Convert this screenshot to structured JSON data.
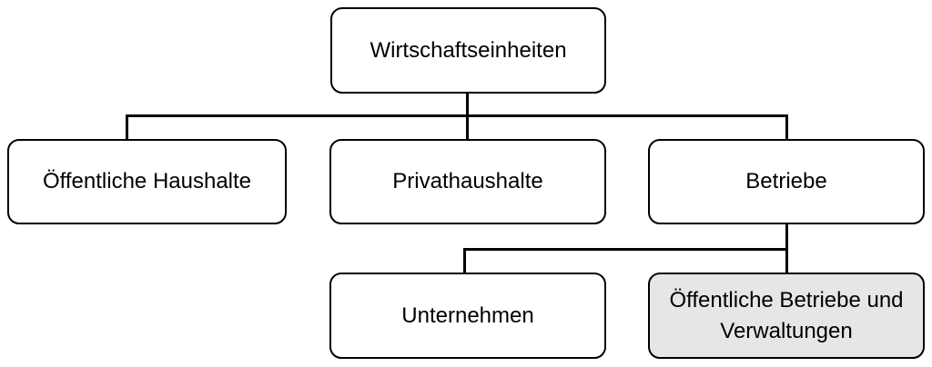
{
  "diagram": {
    "type": "tree",
    "nodes": [
      {
        "id": "wirtschaftseinheiten",
        "label": "Wirtschaftseinheiten",
        "highlighted": false
      },
      {
        "id": "oeffentliche-haushalte",
        "label": "Öffentliche Haushalte",
        "highlighted": false
      },
      {
        "id": "privathaushalte",
        "label": "Privathaushalte",
        "highlighted": false
      },
      {
        "id": "betriebe",
        "label": "Betriebe",
        "highlighted": false
      },
      {
        "id": "unternehmen",
        "label": "Unternehmen",
        "highlighted": false
      },
      {
        "id": "oeffentliche-betriebe-und-verwaltungen",
        "label": "Öffentliche Betriebe und Verwaltungen",
        "highlighted": true
      }
    ],
    "edges": [
      {
        "from": "Wirtschaftseinheiten",
        "to": "Öffentliche Haushalte"
      },
      {
        "from": "Wirtschaftseinheiten",
        "to": "Privathaushalte"
      },
      {
        "from": "Wirtschaftseinheiten",
        "to": "Betriebe"
      },
      {
        "from": "Betriebe",
        "to": "Unternehmen"
      },
      {
        "from": "Betriebe",
        "to": "Öffentliche Betriebe und Verwaltungen"
      }
    ],
    "colors": {
      "background": "#ffffff",
      "node_fill": "#ffffff",
      "highlight_fill": "#e6e6e6",
      "border": "#000000",
      "line": "#000000",
      "text": "#000000"
    }
  }
}
